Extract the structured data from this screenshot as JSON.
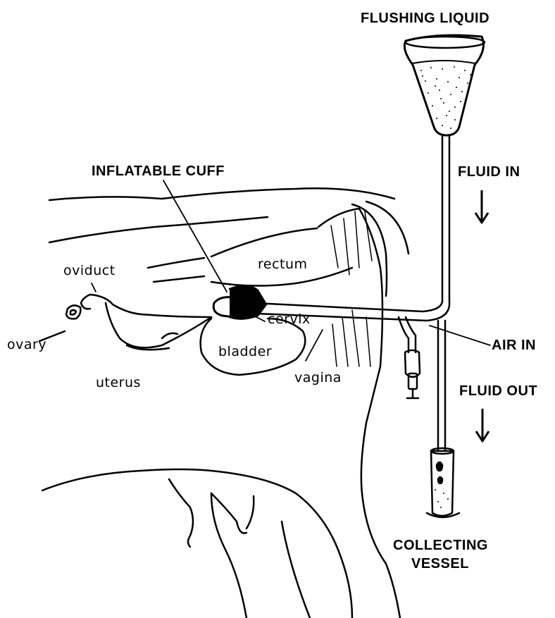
{
  "labels": {
    "flushing_liquid": "FLUSHING LIQUID",
    "inflatable_cuff": "INFLATABLE CUFF",
    "fluid_in": "FLUID IN",
    "fluid_out": "FLUID OUT",
    "air_in": "AIR IN",
    "collecting_vessel_line1": "COLLECTING",
    "collecting_vessel_line2": "VESSEL",
    "oviduct": "oviduct",
    "ovary": "ovary",
    "uterus": "uterus",
    "rectum": "rectum",
    "cervix": "cervix",
    "bladder": "bladder",
    "vagina": "vagina"
  },
  "colors": {
    "ink": "#000000",
    "background": "#ffffff"
  }
}
